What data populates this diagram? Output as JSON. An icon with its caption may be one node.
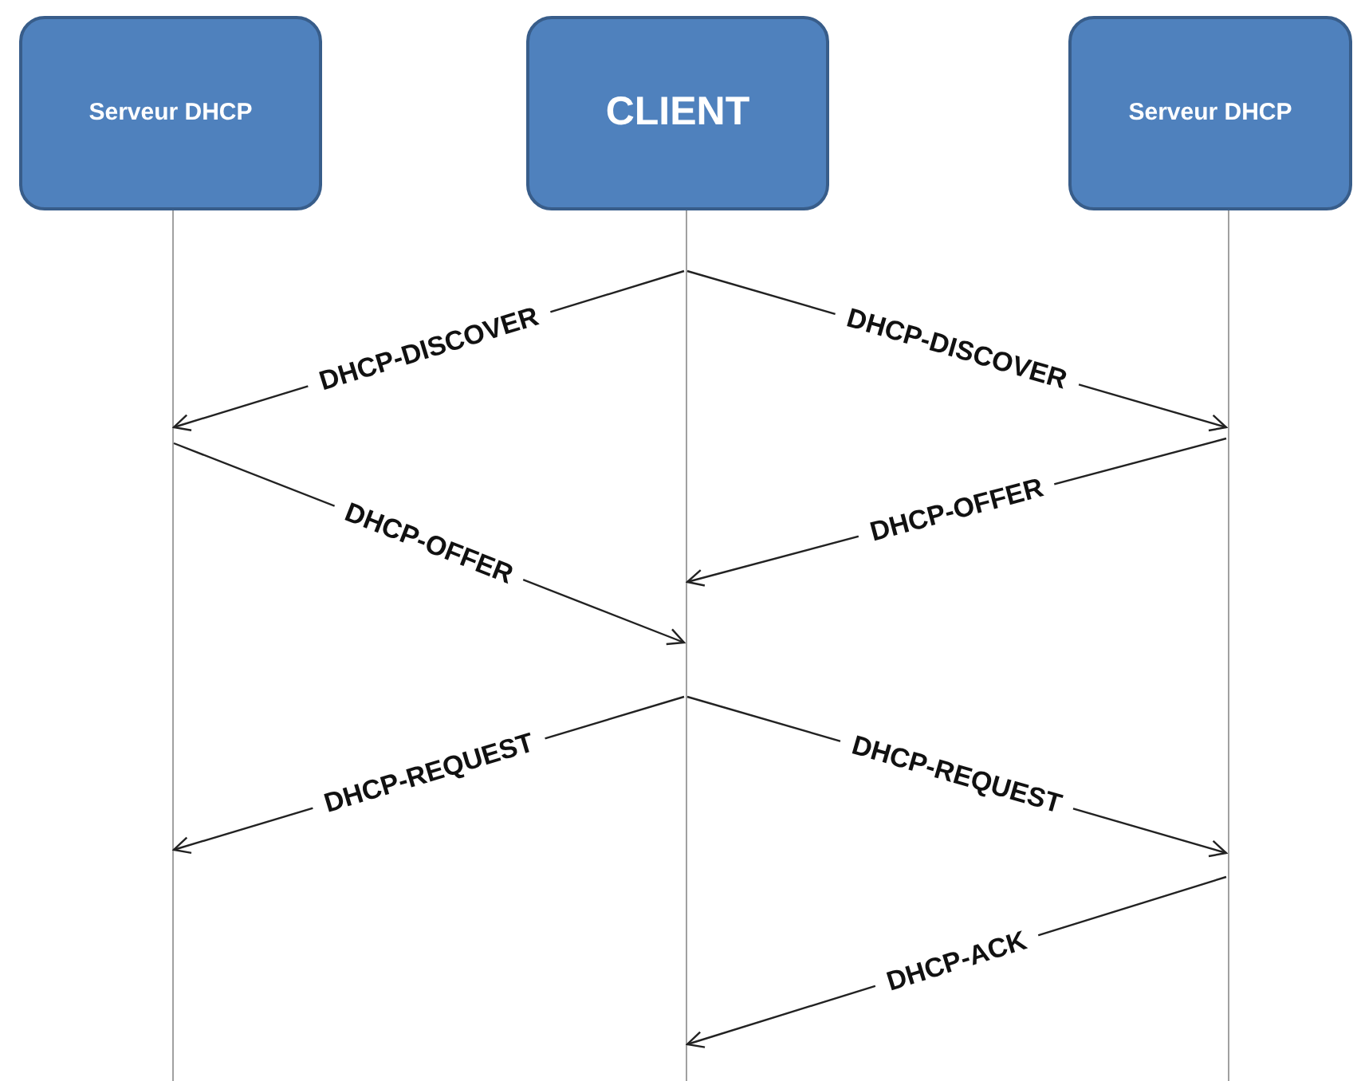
{
  "diagram": {
    "nodes": [
      {
        "text": [
          "Serveur DHCP"
        ]
      },
      {
        "text": [
          "CLIENT"
        ]
      },
      {
        "text": [
          "Serveur DHCP"
        ]
      },
      {
        "text": [],
        "shape": "line"
      },
      {
        "text": [],
        "shape": "line"
      },
      {
        "text": [],
        "shape": "line"
      }
    ],
    "edges": [
      {
        "from": 4,
        "to": 3,
        "arrow": "to",
        "label": "DHCP-DISCOVER"
      },
      {
        "from": 4,
        "to": 5,
        "arrow": "to",
        "label": "DHCP-DISCOVER"
      },
      {
        "from": 3,
        "to": 4,
        "arrow": "to",
        "label": "DHCP-OFFER"
      },
      {
        "from": 5,
        "to": 4,
        "arrow": "to",
        "label": "DHCP-OFFER"
      },
      {
        "from": 4,
        "to": 3,
        "arrow": "to",
        "label": "DHCP-REQUEST"
      },
      {
        "from": 4,
        "to": 5,
        "arrow": "to",
        "label": "DHCP-REQUEST"
      },
      {
        "from": 5,
        "to": 4,
        "arrow": "to",
        "label": "DHCP-ACK"
      }
    ]
  }
}
